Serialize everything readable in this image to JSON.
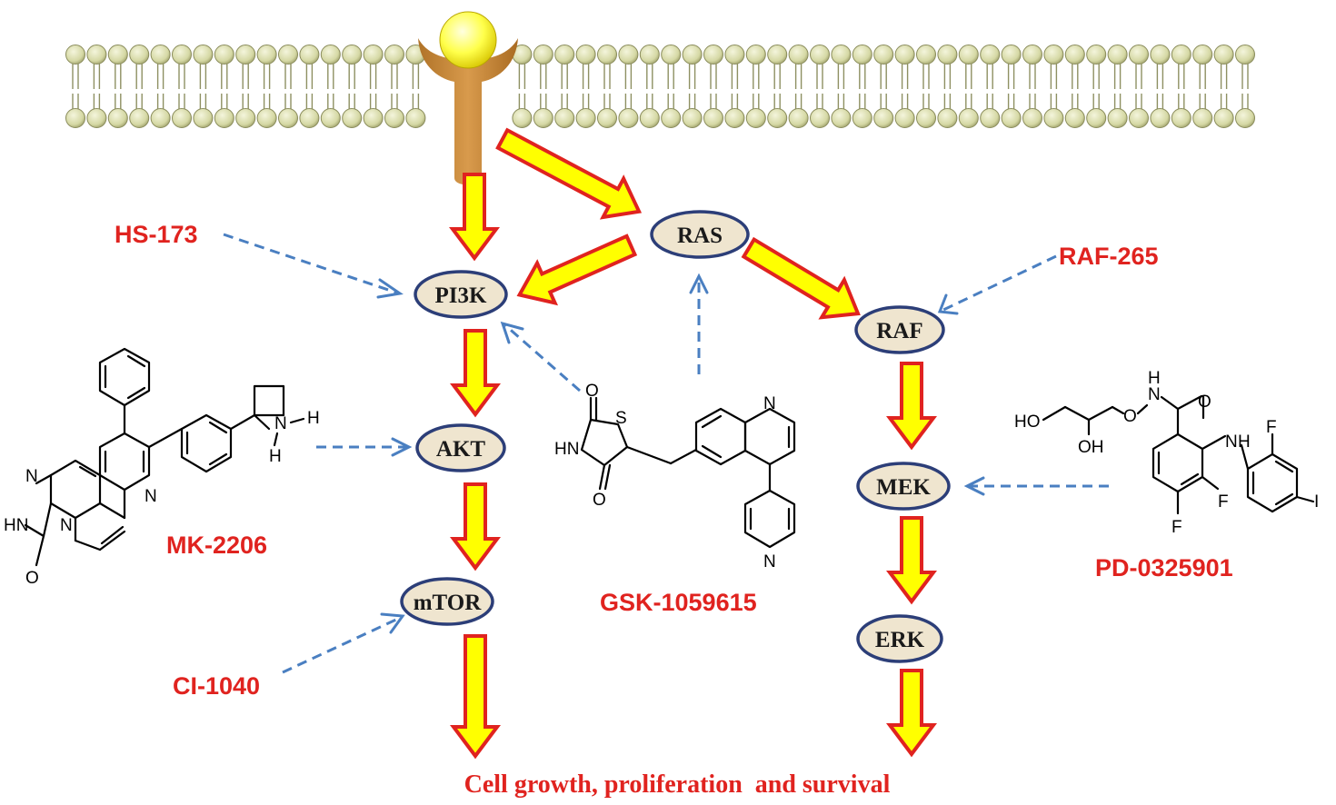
{
  "nodes": {
    "pi3k": "PI3K",
    "akt": "AKT",
    "mtor": "mTOR",
    "ras": "RAS",
    "raf": "RAF",
    "mek": "MEK",
    "erk": "ERK"
  },
  "inhibitors": {
    "hs173": "HS-173",
    "mk2206": "MK-2206",
    "ci1040": "CI-1040",
    "gsk1059615": "GSK-1059615",
    "raf265": "RAF-265",
    "pd0325901": "PD-0325901"
  },
  "outcome": "Cell growth, proliferation  and survival",
  "atoms": {
    "mk": {
      "n1": "N",
      "n2": "N",
      "n3": "N",
      "hn": "HN",
      "o": "O",
      "nh": "N",
      "h1": "H",
      "h2": "H"
    },
    "gsk": {
      "o1": "O",
      "s": "S",
      "hn": "HN",
      "o2": "O",
      "nq": "N",
      "np": "N"
    },
    "pd": {
      "ho": "HO",
      "oh": "OH",
      "o1": "O",
      "n": "N",
      "h": "H",
      "o2": "O",
      "f1": "F",
      "nh": "N",
      "h2": "H",
      "f2": "F",
      "f3": "F",
      "i": "I"
    }
  },
  "colors": {
    "arrow_fill": "#ffff00",
    "arrow_outline": "#e0231f",
    "inhibitor_line": "#4a7fc1",
    "node_fill": "#efe5cf",
    "node_outline": "#2c3e78",
    "membrane_head": "#d9dcae",
    "receptor": "#c98a3a",
    "ligand": "#ffff66"
  }
}
